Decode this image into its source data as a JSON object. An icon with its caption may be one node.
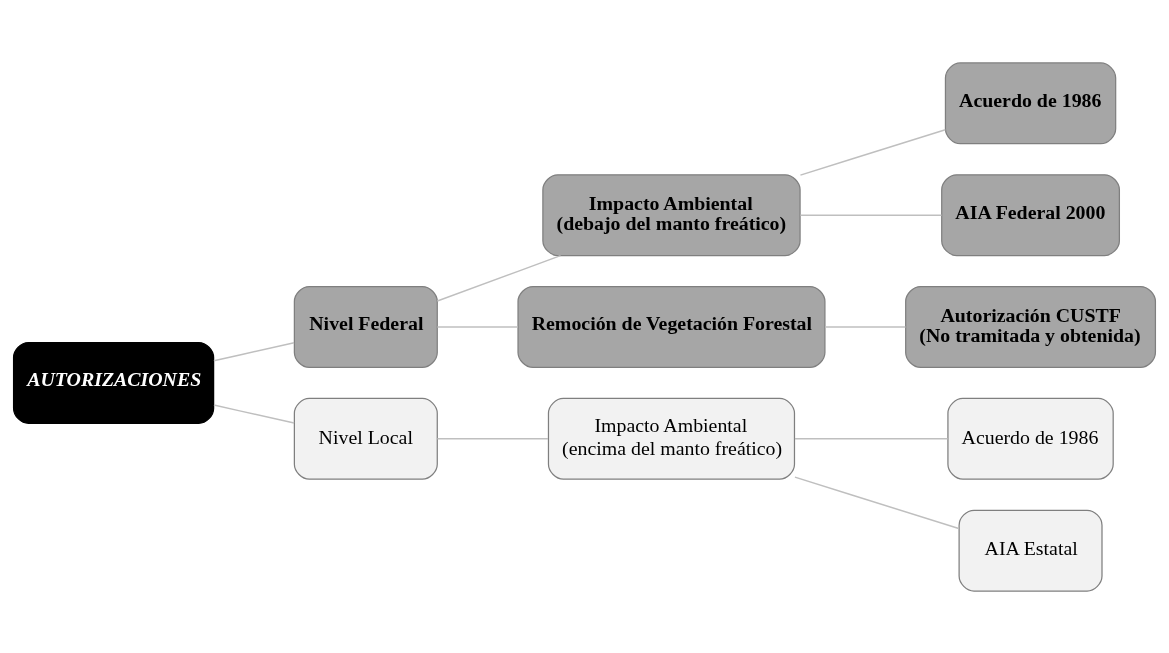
{
  "diagram": {
    "nodes": [
      {
        "text": [
          "AUTORIZACIONES"
        ]
      },
      {
        "text": [
          "Nivel Federal"
        ]
      },
      {
        "text": [
          "Impacto Ambiental",
          "(debajo del manto freático)"
        ]
      },
      {
        "text": [
          "Acuerdo de 1986"
        ]
      },
      {
        "text": [
          "AIA Federal 2000"
        ]
      },
      {
        "text": [
          "Remoción de Vegetación Forestal"
        ]
      },
      {
        "text": [
          "Autorización CUSTF",
          "(No tramitada y obtenida)"
        ]
      },
      {
        "text": [
          "Nivel Local"
        ]
      },
      {
        "text": [
          "Impacto Ambiental",
          "(encima del manto freático)"
        ]
      },
      {
        "text": [
          "Acuerdo de 1986"
        ]
      },
      {
        "text": [
          "AIA Estatal"
        ]
      }
    ],
    "edges": [
      {
        "from": 0,
        "to": 1,
        "arrow": "none"
      },
      {
        "from": 1,
        "to": 2,
        "arrow": "none"
      },
      {
        "from": 2,
        "to": 3,
        "arrow": "none"
      },
      {
        "from": 2,
        "to": 4,
        "arrow": "none"
      },
      {
        "from": 1,
        "to": 5,
        "arrow": "none"
      },
      {
        "from": 5,
        "to": 6,
        "arrow": "none"
      },
      {
        "from": 0,
        "to": 7,
        "arrow": "none"
      },
      {
        "from": 7,
        "to": 8,
        "arrow": "none"
      },
      {
        "from": 8,
        "to": 9,
        "arrow": "none"
      },
      {
        "from": 8,
        "to": 10,
        "arrow": "none"
      }
    ]
  }
}
